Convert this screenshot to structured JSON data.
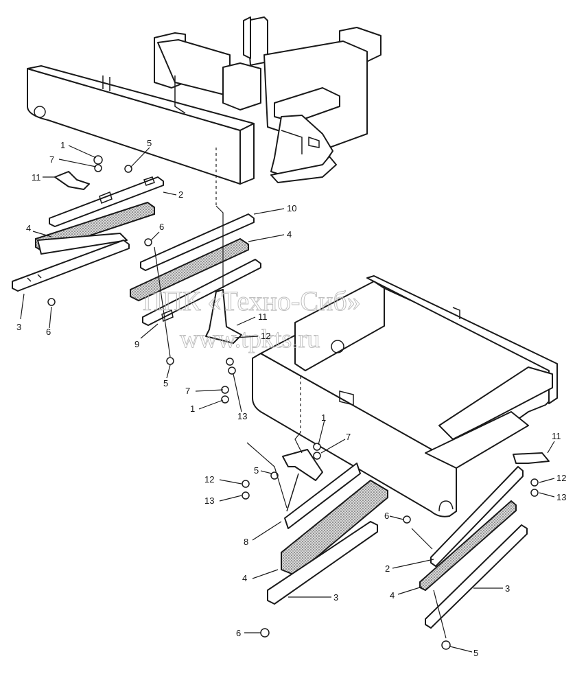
{
  "watermark": {
    "line1": "ППК «Техно-Сиб»",
    "line2": "www.tpkts.ru"
  },
  "callouts": [
    {
      "id": "c1a",
      "label": "1"
    },
    {
      "id": "c7a",
      "label": "7"
    },
    {
      "id": "c5a",
      "label": "5"
    },
    {
      "id": "c11a",
      "label": "11"
    },
    {
      "id": "c2a",
      "label": "2"
    },
    {
      "id": "c4a",
      "label": "4"
    },
    {
      "id": "c3a",
      "label": "3"
    },
    {
      "id": "c6a",
      "label": "6"
    },
    {
      "id": "c10",
      "label": "10"
    },
    {
      "id": "c6b",
      "label": "6"
    },
    {
      "id": "c4b",
      "label": "4"
    },
    {
      "id": "c9",
      "label": "9"
    },
    {
      "id": "c11b",
      "label": "11"
    },
    {
      "id": "c12a",
      "label": "12"
    },
    {
      "id": "c5b",
      "label": "5"
    },
    {
      "id": "c7b",
      "label": "7"
    },
    {
      "id": "c1b",
      "label": "1"
    },
    {
      "id": "c13a",
      "label": "13"
    },
    {
      "id": "c1c",
      "label": "1"
    },
    {
      "id": "c7c",
      "label": "7"
    },
    {
      "id": "c12b",
      "label": "12"
    },
    {
      "id": "c13b",
      "label": "13"
    },
    {
      "id": "c5c",
      "label": "5"
    },
    {
      "id": "c8",
      "label": "8"
    },
    {
      "id": "c4c",
      "label": "4"
    },
    {
      "id": "c3b",
      "label": "3"
    },
    {
      "id": "c6c",
      "label": "6"
    },
    {
      "id": "c11c",
      "label": "11"
    },
    {
      "id": "c12c",
      "label": "12"
    },
    {
      "id": "c13c",
      "label": "13"
    },
    {
      "id": "c6d",
      "label": "6"
    },
    {
      "id": "c2b",
      "label": "2"
    },
    {
      "id": "c4d",
      "label": "4"
    },
    {
      "id": "c3c",
      "label": "3"
    },
    {
      "id": "c5d",
      "label": "5"
    }
  ]
}
